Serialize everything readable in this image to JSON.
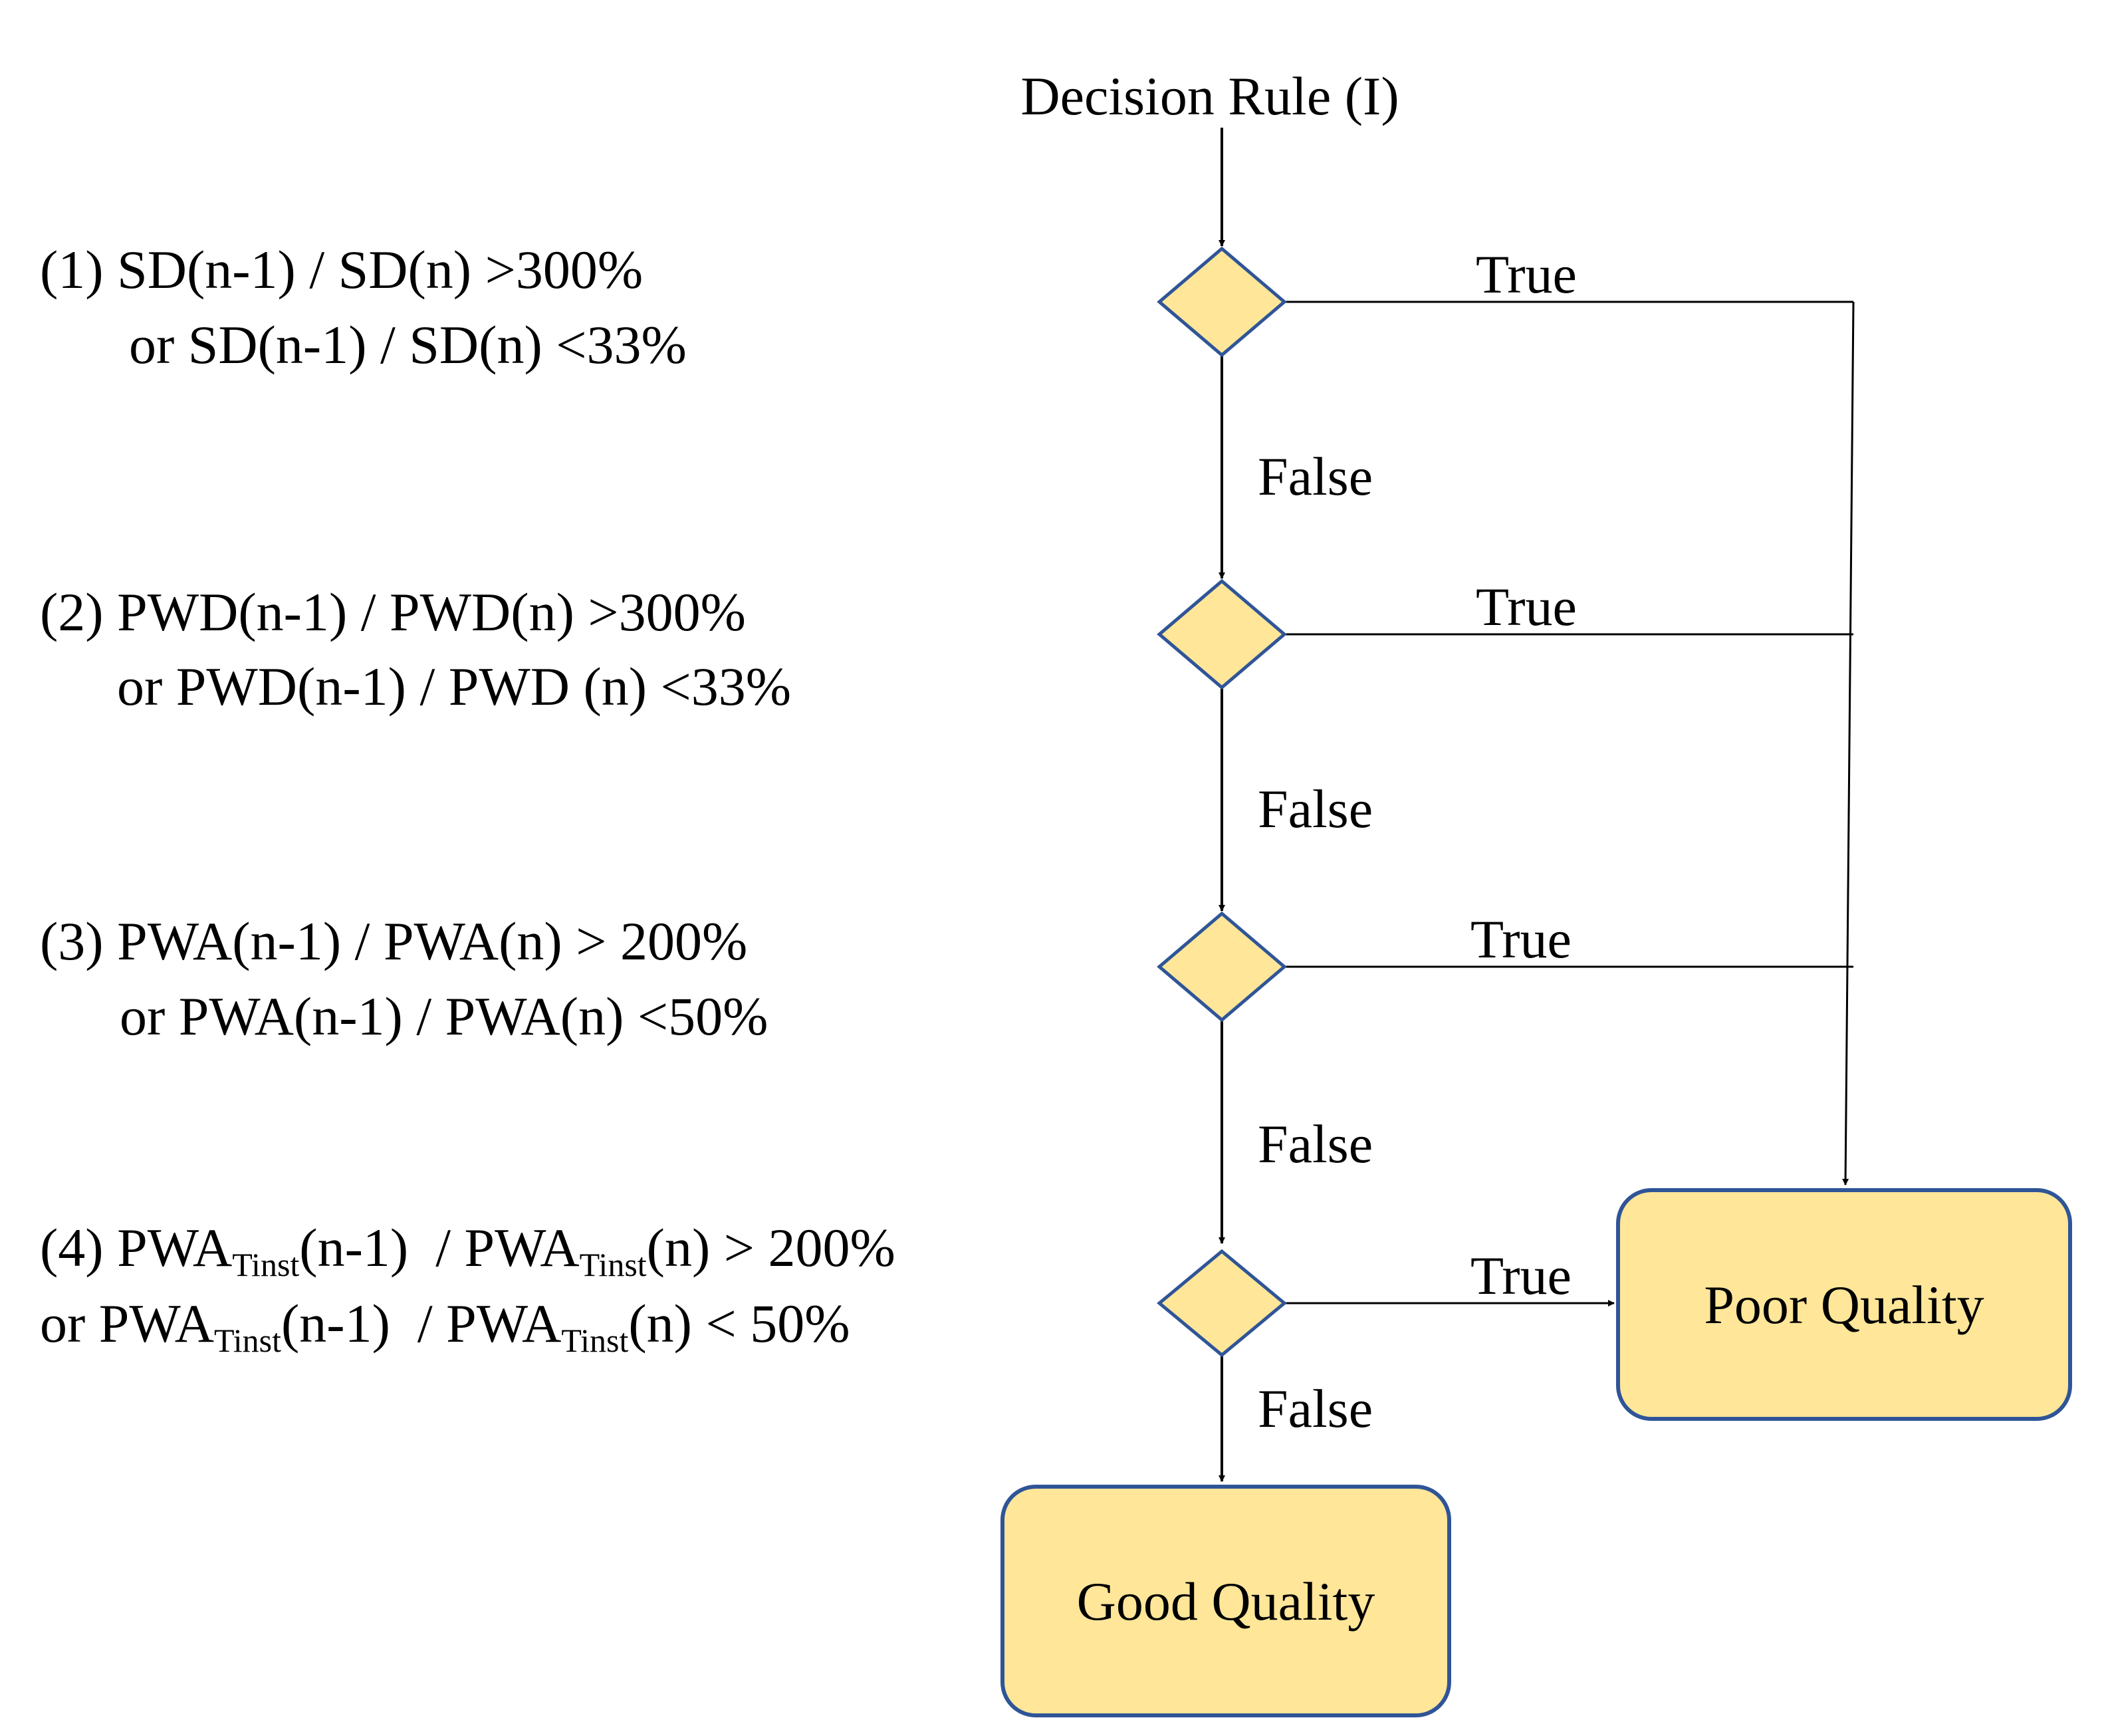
{
  "title": "Decision Rule (I)",
  "conditions": [
    {
      "number": "(1)",
      "line1": "SD(n-1) / SD(n) >300%",
      "line2": "or SD(n-1) / SD(n) <33%"
    },
    {
      "number": "(2)",
      "line1": "PWD(n-1) / PWD(n) >300%",
      "line2": "or PWD(n-1) / PWD (n) <33%"
    },
    {
      "number": "(3)",
      "line1": "PWA(n-1) / PWA(n) > 200%",
      "line2": "or PWA(n-1) / PWA(n) <50%"
    },
    {
      "number": "(4)",
      "l1_a": "PWA",
      "l1_sub_a": "Tinst",
      "l1_b": "(n-1)  / PWA",
      "l1_sub_b": "Tinst",
      "l1_c": "(n) > 200%",
      "l2_a": "or PWA",
      "l2_sub_a": "Tinst",
      "l2_b": "(n-1)  / PWA",
      "l2_sub_b": "Tinst",
      "l2_c": "(n) < 50%"
    }
  ],
  "branch_labels": {
    "true": "True",
    "false": "False"
  },
  "outcomes": {
    "poor": "Poor Quality",
    "good": "Good Quality"
  },
  "colors": {
    "box_fill": "#FFE699",
    "box_stroke": "#2F5597",
    "line": "#000000"
  }
}
